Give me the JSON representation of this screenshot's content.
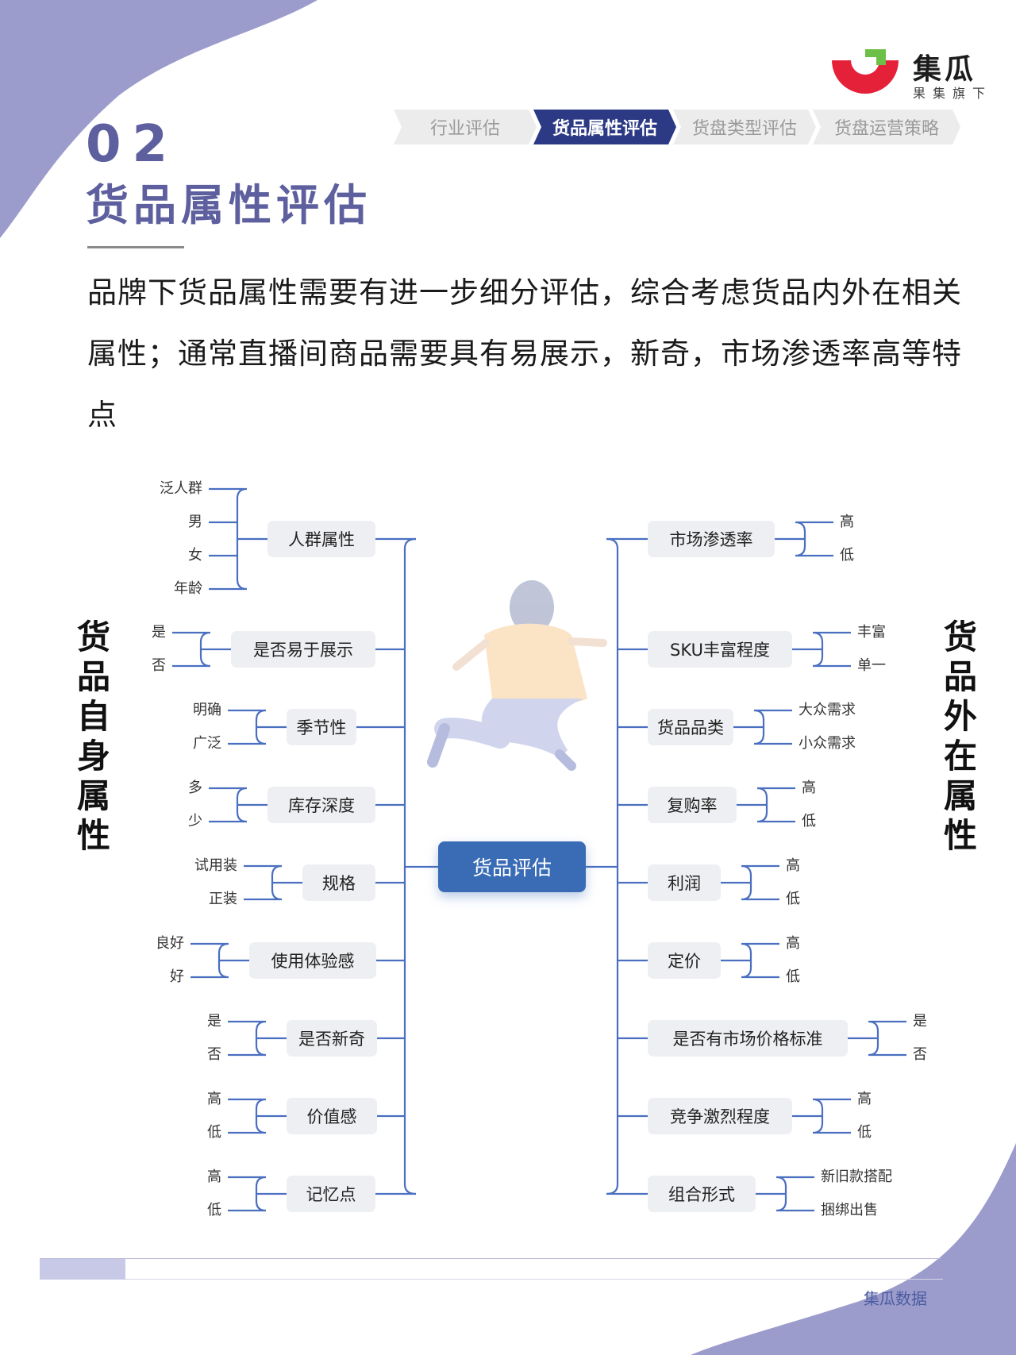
{
  "brand": {
    "name": "集瓜",
    "tagline": "果集旗下",
    "colors": {
      "red": "#e5213a",
      "green": "#6cc047"
    }
  },
  "nav": {
    "tabs": [
      {
        "label": "行业评估",
        "active": false
      },
      {
        "label": "货品属性评估",
        "active": true
      },
      {
        "label": "货盘类型评估",
        "active": false
      },
      {
        "label": "货盘运营策略",
        "active": false
      }
    ]
  },
  "section": {
    "number": "02",
    "title": "货品属性评估",
    "intro": "品牌下货品属性需要有进一步细分评估，综合考虑货品内外在相关属性；通常直播间商品需要具有易展示，新奇，市场渗透率高等特点"
  },
  "mindmap": {
    "center": "货品评估",
    "left_title": "货品自身属性",
    "right_title": "货品外在属性",
    "left": [
      {
        "label": "人群属性",
        "leaves": [
          "泛人群",
          "男",
          "女",
          "年龄"
        ]
      },
      {
        "label": "是否易于展示",
        "leaves": [
          "是",
          "否"
        ]
      },
      {
        "label": "季节性",
        "leaves": [
          "明确",
          "广泛"
        ]
      },
      {
        "label": "库存深度",
        "leaves": [
          "多",
          "少"
        ]
      },
      {
        "label": "规格",
        "leaves": [
          "试用装",
          "正装"
        ]
      },
      {
        "label": "使用体验感",
        "leaves": [
          "良好",
          "好"
        ]
      },
      {
        "label": "是否新奇",
        "leaves": [
          "是",
          "否"
        ]
      },
      {
        "label": "价值感",
        "leaves": [
          "高",
          "低"
        ]
      },
      {
        "label": "记忆点",
        "leaves": [
          "高",
          "低"
        ]
      }
    ],
    "right": [
      {
        "label": "市场渗透率",
        "leaves": [
          "高",
          "低"
        ]
      },
      {
        "label": "SKU丰富程度",
        "leaves": [
          "丰富",
          "单一"
        ]
      },
      {
        "label": "货品品类",
        "leaves": [
          "大众需求",
          "小众需求"
        ]
      },
      {
        "label": "复购率",
        "leaves": [
          "高",
          "低"
        ]
      },
      {
        "label": "利润",
        "leaves": [
          "高",
          "低"
        ]
      },
      {
        "label": "定价",
        "leaves": [
          "高",
          "低"
        ]
      },
      {
        "label": "是否有市场价格标准",
        "leaves": [
          "是",
          "否"
        ]
      },
      {
        "label": "竞争激烈程度",
        "leaves": [
          "高",
          "低"
        ]
      },
      {
        "label": "组合形式",
        "leaves": [
          "新旧款搭配",
          "捆绑出售"
        ]
      }
    ],
    "line_color": "#4a6fc0"
  },
  "footer": {
    "text": "集瓜数据"
  },
  "theme": {
    "accent": "#5d5f9e",
    "blob": "#9c9ccc",
    "tab_active": "#2c3a86",
    "tab_inactive": "#ececec"
  }
}
